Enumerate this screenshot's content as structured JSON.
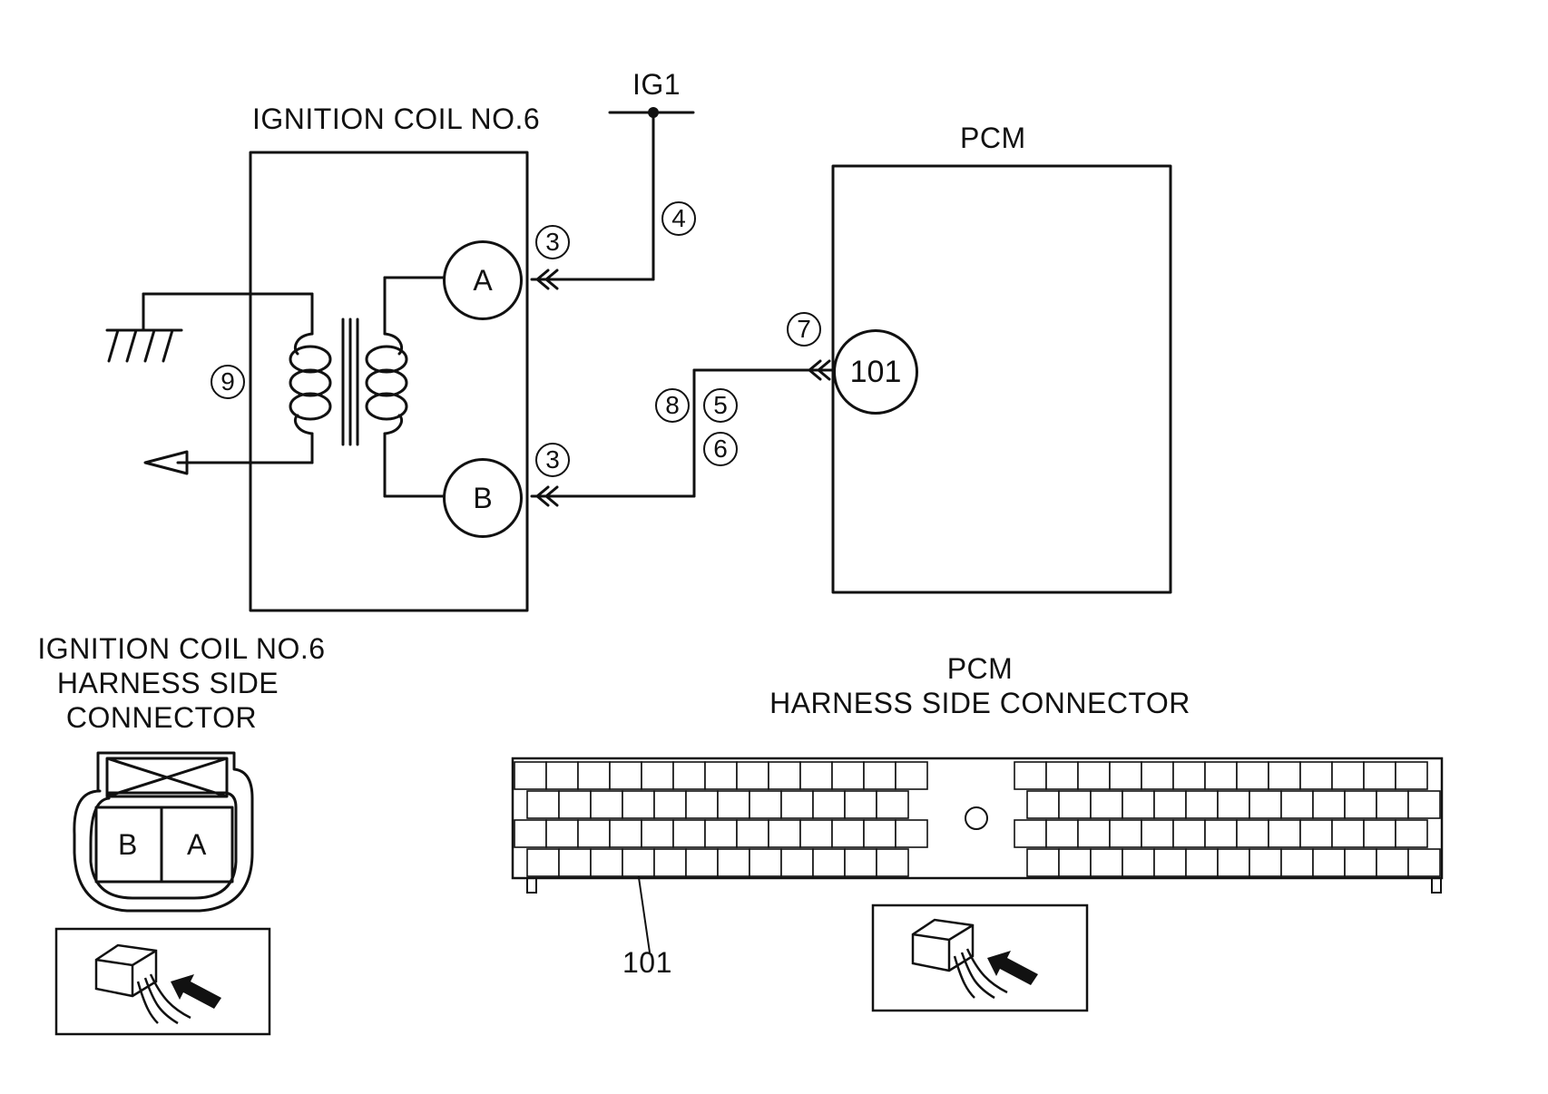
{
  "diagram": {
    "supply_label": "IG1",
    "coil": {
      "title": "IGNITION COIL NO.6",
      "terminal_a": "A",
      "terminal_b": "B"
    },
    "pcm": {
      "title": "PCM",
      "terminal": "101"
    },
    "step_markers": {
      "m3_top": "3",
      "m3_bottom": "3",
      "m4": "4",
      "m5": "5",
      "m6": "6",
      "m7": "7",
      "m8": "8",
      "m9": "9"
    }
  },
  "coil_connector": {
    "title_line1": "IGNITION COIL NO.6",
    "title_line2": "HARNESS SIDE",
    "title_line3": "CONNECTOR",
    "pin_b": "B",
    "pin_a": "A"
  },
  "pcm_connector": {
    "title_line1": "PCM",
    "title_line2": "HARNESS SIDE CONNECTOR",
    "pin_callout": "101"
  },
  "icons": [
    "ground-symbol-icon",
    "double-chevron-connector-icon",
    "harness-connector-view-icon",
    "arrow-icon"
  ]
}
